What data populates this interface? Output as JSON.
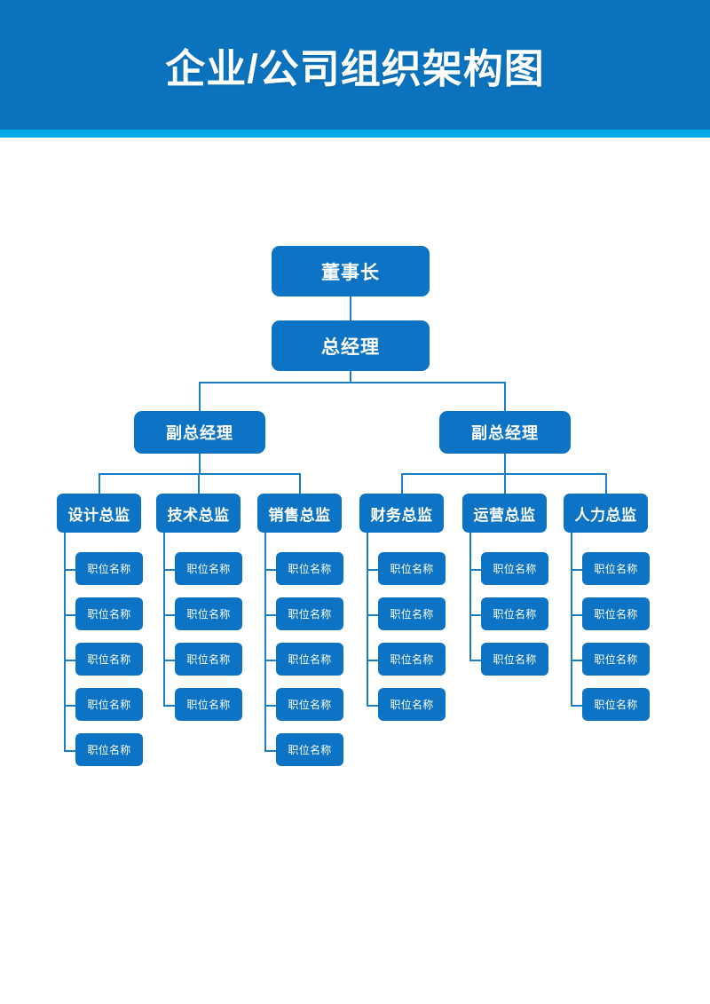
{
  "header": {
    "title": "企业/公司组织架构图",
    "banner_color": "#0b72bd",
    "accent_strip_color": "#00a9e6"
  },
  "theme": {
    "node_fill": "#0d73c4",
    "node_text": "#ffffff",
    "connector_color": "#1b7ec4",
    "page_background": "#ffffff"
  },
  "chart_data": {
    "type": "diagram",
    "title": "企业/公司组织架构图",
    "orientation": "top-down",
    "levels": [
      "董事长",
      "总经理",
      "副总经理",
      "总监",
      "职位名称"
    ],
    "root": {
      "label": "董事长",
      "level": 0
    }
  },
  "org": {
    "chairman": {
      "label": "董事长"
    },
    "general_manager": {
      "label": "总经理"
    },
    "deputies": [
      {
        "label": "副总经理"
      },
      {
        "label": "副总经理"
      }
    ],
    "directors": [
      {
        "label": "设计总监",
        "leaf_count": 5
      },
      {
        "label": "技术总监",
        "leaf_count": 4
      },
      {
        "label": "销售总监",
        "leaf_count": 5
      },
      {
        "label": "财务总监",
        "leaf_count": 4
      },
      {
        "label": "运营总监",
        "leaf_count": 3
      },
      {
        "label": "人力总监",
        "leaf_count": 4
      }
    ],
    "leaf_label": "职位名称",
    "columns": [
      {
        "director": "设计总监",
        "positions": [
          "职位名称",
          "职位名称",
          "职位名称",
          "职位名称",
          "职位名称"
        ]
      },
      {
        "director": "技术总监",
        "positions": [
          "职位名称",
          "职位名称",
          "职位名称",
          "职位名称"
        ]
      },
      {
        "director": "销售总监",
        "positions": [
          "职位名称",
          "职位名称",
          "职位名称",
          "职位名称",
          "职位名称"
        ]
      },
      {
        "director": "财务总监",
        "positions": [
          "职位名称",
          "职位名称",
          "职位名称",
          "职位名称"
        ]
      },
      {
        "director": "运营总监",
        "positions": [
          "职位名称",
          "职位名称",
          "职位名称"
        ]
      },
      {
        "director": "人力总监",
        "positions": [
          "职位名称",
          "职位名称",
          "职位名称",
          "职位名称"
        ]
      }
    ]
  }
}
